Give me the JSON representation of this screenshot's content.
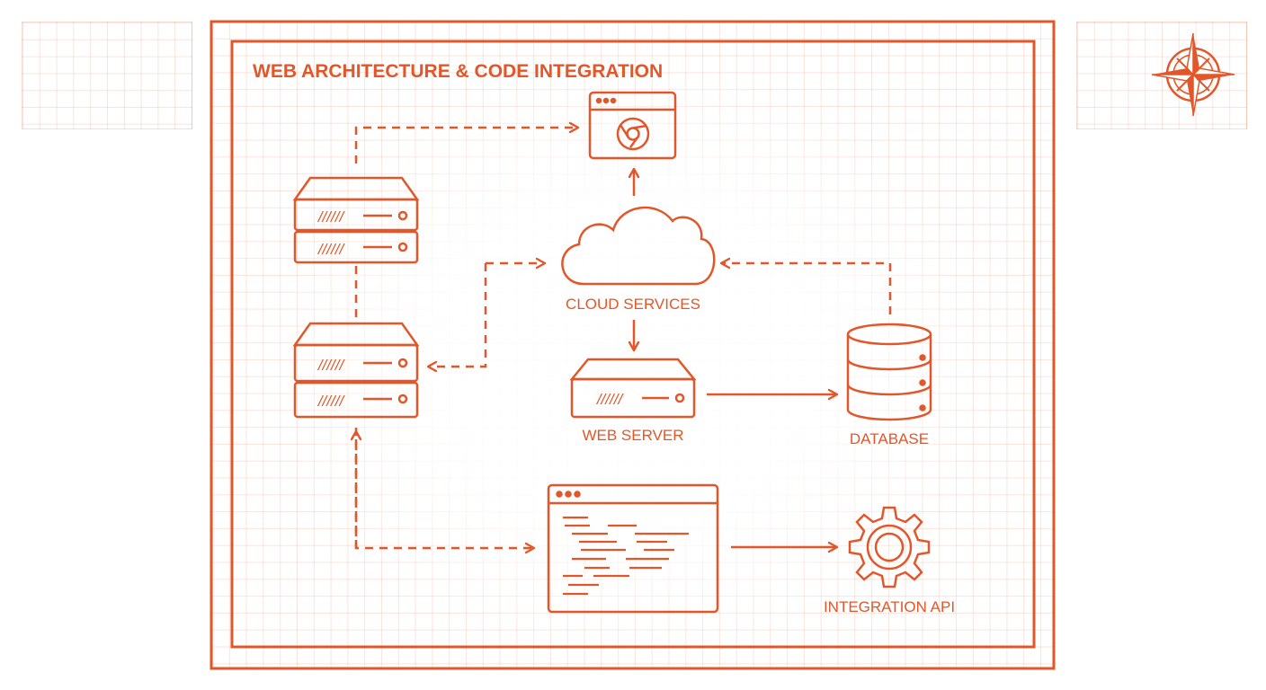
{
  "title": "WEB ARCHITECTURE & CODE INTEGRATION",
  "labels": {
    "cloud": "CLOUD SERVICES",
    "web_server": "WEB SERVER",
    "database": "DATABASE",
    "integration_api": "INTEGRATION API"
  },
  "server_stripes": "//////",
  "colors": {
    "accent": "#E2572A",
    "background": "#FFFFFF",
    "grid": "#F5D2C4"
  },
  "icons": [
    "compass-rose-icon",
    "browser-window-icon",
    "chrome-logo-icon",
    "cloud-icon",
    "server-rack-icon",
    "database-icon",
    "code-editor-window-icon",
    "gear-icon"
  ]
}
